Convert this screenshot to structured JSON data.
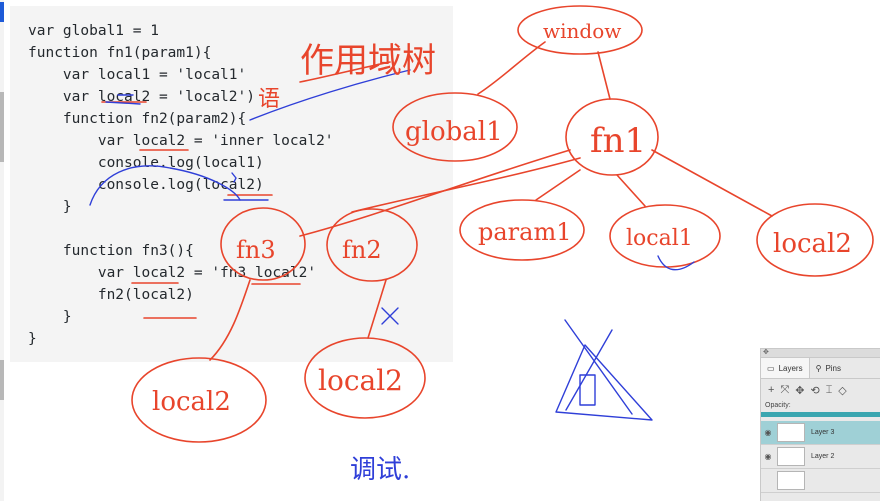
{
  "code": {
    "lines": [
      "var global1 = 1",
      "function fn1(param1){",
      "    var local1 = 'local1'",
      "    var local2 = 'local2')",
      "    function fn2(param2){",
      "        var local2 = 'inner local2'",
      "        console.log(local1)",
      "        console.log(local2)",
      "    }",
      "",
      "    function fn3(){",
      "        var local2 = 'fn3 local2'",
      "        fn2(local2)",
      "    }",
      "}"
    ]
  },
  "annotations": {
    "heading": "作用域树",
    "side_mark": "语",
    "bottom_note": "调试."
  },
  "tree_nodes": {
    "window": "window",
    "global1": "global1",
    "fn1": "fn1",
    "param1": "param1",
    "local1": "local1",
    "local2_right": "local2",
    "fn3": "fn3",
    "fn2": "fn2",
    "fn3_local2": "local2",
    "fn2_local2": "local2"
  },
  "colors": {
    "red_ink": "#e8452c",
    "blue_ink": "#2f3fd8",
    "code_bg": "#f4f4f4",
    "layer_selected": "#9fd0d6"
  },
  "layers_panel": {
    "tab_layers": "Layers",
    "tab_pins": "Pins",
    "opacity_label": "Opacity:",
    "layers": [
      {
        "name": "Layer 3",
        "selected": true
      },
      {
        "name": "Layer 2",
        "selected": false
      }
    ]
  }
}
